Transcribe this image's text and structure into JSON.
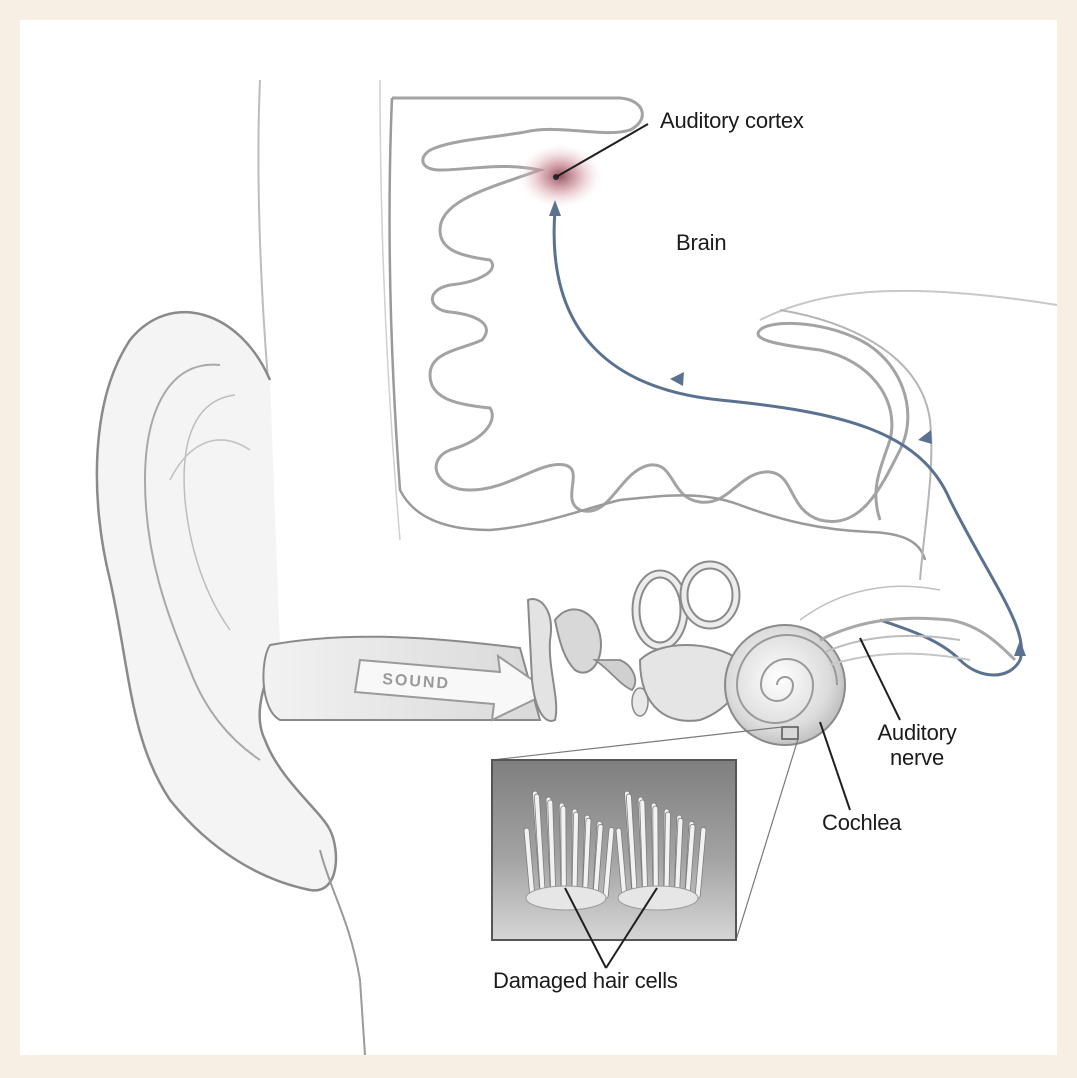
{
  "labels": {
    "auditory_cortex": "Auditory cortex",
    "brain": "Brain",
    "sound": "SOUND",
    "auditory_nerve_line1": "Auditory",
    "auditory_nerve_line2": "nerve",
    "cochlea": "Cochlea",
    "damaged_hair_cells": "Damaged hair cells"
  },
  "colors": {
    "page_border": "#f7efe3",
    "canvas": "#ffffff",
    "outline": "#8a8a8a",
    "tissue_fill": "#e6e6e6",
    "nerve_path": "#5a7190",
    "cortex_highlight": "#b86a78",
    "inset_bg": "#8f8f8f"
  }
}
